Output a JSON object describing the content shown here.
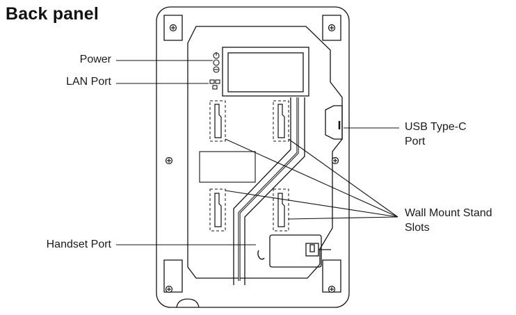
{
  "title": "Back panel",
  "labels": {
    "power": "Power",
    "lan_port": "LAN Port",
    "handset_port": "Handset Port",
    "usb_type_c_line1": "USB Type-C",
    "usb_type_c_line2": "Port",
    "wall_mount_line1": "Wall Mount Stand",
    "wall_mount_line2": "Slots"
  },
  "icons": [
    "power-icon",
    "lan-icon",
    "handset-icon",
    "screw-icon"
  ]
}
